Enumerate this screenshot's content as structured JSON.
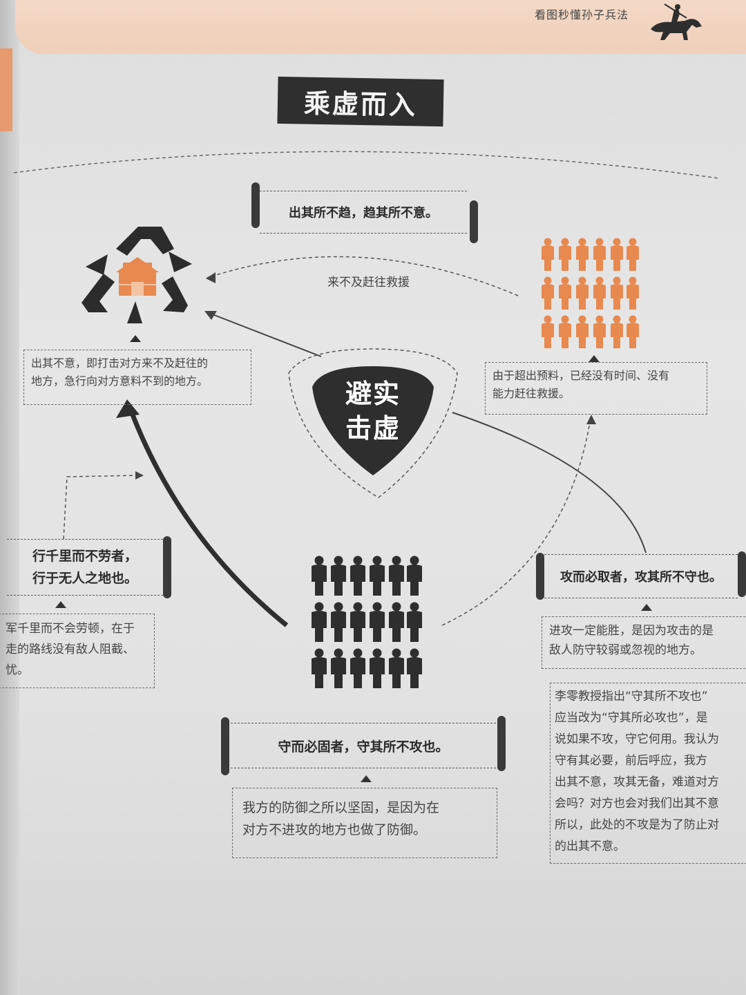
{
  "header": {
    "running_head": "看图秒懂孙子兵法"
  },
  "title": "乘虚而入",
  "center": {
    "line1": "避实",
    "line2": "击虚"
  },
  "top_quote": "出其所不趋，趋其所不意。",
  "arrow_label": "来不及赶往救援",
  "notes": {
    "left_top": [
      "出其不意，即打击对方来不及赶往的",
      "地方，急行向对方意料不到的地方。"
    ],
    "right_top": [
      "由于超出预料，已经没有时间、没有",
      "能力赶往救援。"
    ],
    "left_quote": [
      "行千里而不劳者，",
      "行于无人之地也。"
    ],
    "left_note": [
      "军千里而不会劳顿，在于",
      "走的路线没有敌人阻截、",
      "忧。"
    ],
    "right_quote": "攻而必取者，攻其所不守也。",
    "right_note": [
      "进攻一定能胜，是因为攻击的是",
      "敌人防守较弱或忽视的地方。"
    ],
    "bottom_quote": "守而必固者，守其所不攻也。",
    "bottom_note": [
      "我方的防御之所以坚固，是因为在",
      "对方不进攻的地方也做了防御。"
    ],
    "commentary": [
      "李零教授指出“守其所不攻也”",
      "应当改为“守其所必攻也”，是",
      "说如果不攻，守它何用。我认为",
      "守有其必要，前后呼应，我方",
      "出其不意，攻其无备，难道对方",
      "会吗？对方也会对我们出其不意",
      "所以，此处的不攻是为了防止对",
      "的出其不意。"
    ]
  },
  "icons": {
    "fortress": "fortress-icon",
    "enemy_crowd": "enemy-troops-icon",
    "own_crowd": "own-troops-icon",
    "rider": "horse-rider-icon"
  },
  "colors": {
    "accent": "#e8894f",
    "dark": "#333333",
    "header_band": "#f0d3bf"
  }
}
